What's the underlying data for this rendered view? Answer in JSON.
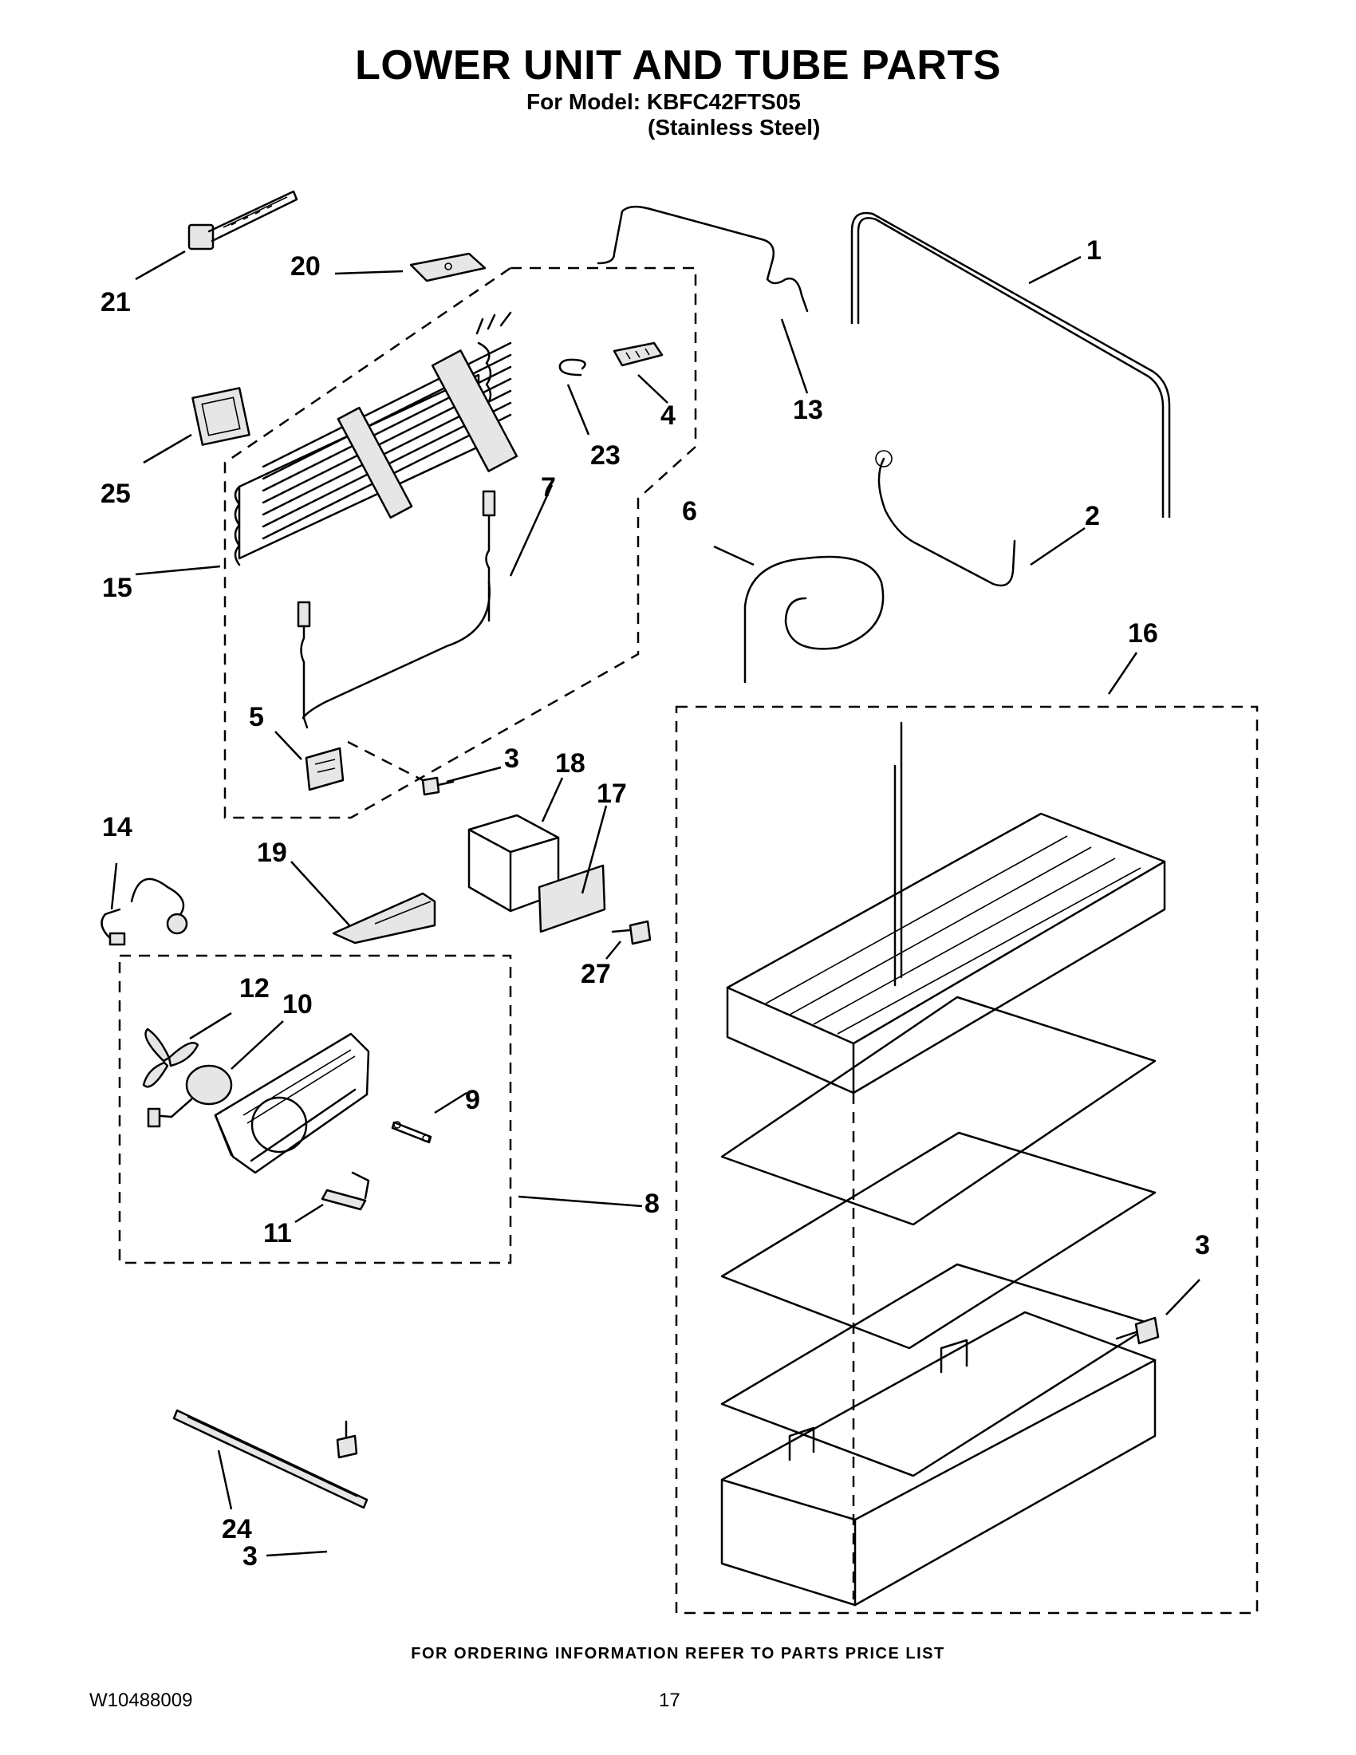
{
  "header": {
    "title": "LOWER UNIT AND TUBE PARTS",
    "model_line": "For Model: KBFC42FTS05",
    "finish_line": "(Stainless Steel)"
  },
  "callouts": {
    "c1": "1",
    "c2": "2",
    "c3a": "3",
    "c3b": "3",
    "c3c": "3",
    "c4": "4",
    "c5": "5",
    "c6": "6",
    "c7": "7",
    "c8": "8",
    "c9": "9",
    "c10": "10",
    "c11": "11",
    "c12": "12",
    "c13": "13",
    "c14": "14",
    "c15": "15",
    "c16": "16",
    "c17": "17",
    "c18": "18",
    "c19": "19",
    "c20": "20",
    "c21": "21",
    "c23": "23",
    "c24": "24",
    "c25": "25",
    "c27": "27"
  },
  "footer": {
    "ordering_note": "FOR ORDERING INFORMATION REFER TO PARTS PRICE LIST",
    "doc_id": "W10488009",
    "page": "17"
  }
}
